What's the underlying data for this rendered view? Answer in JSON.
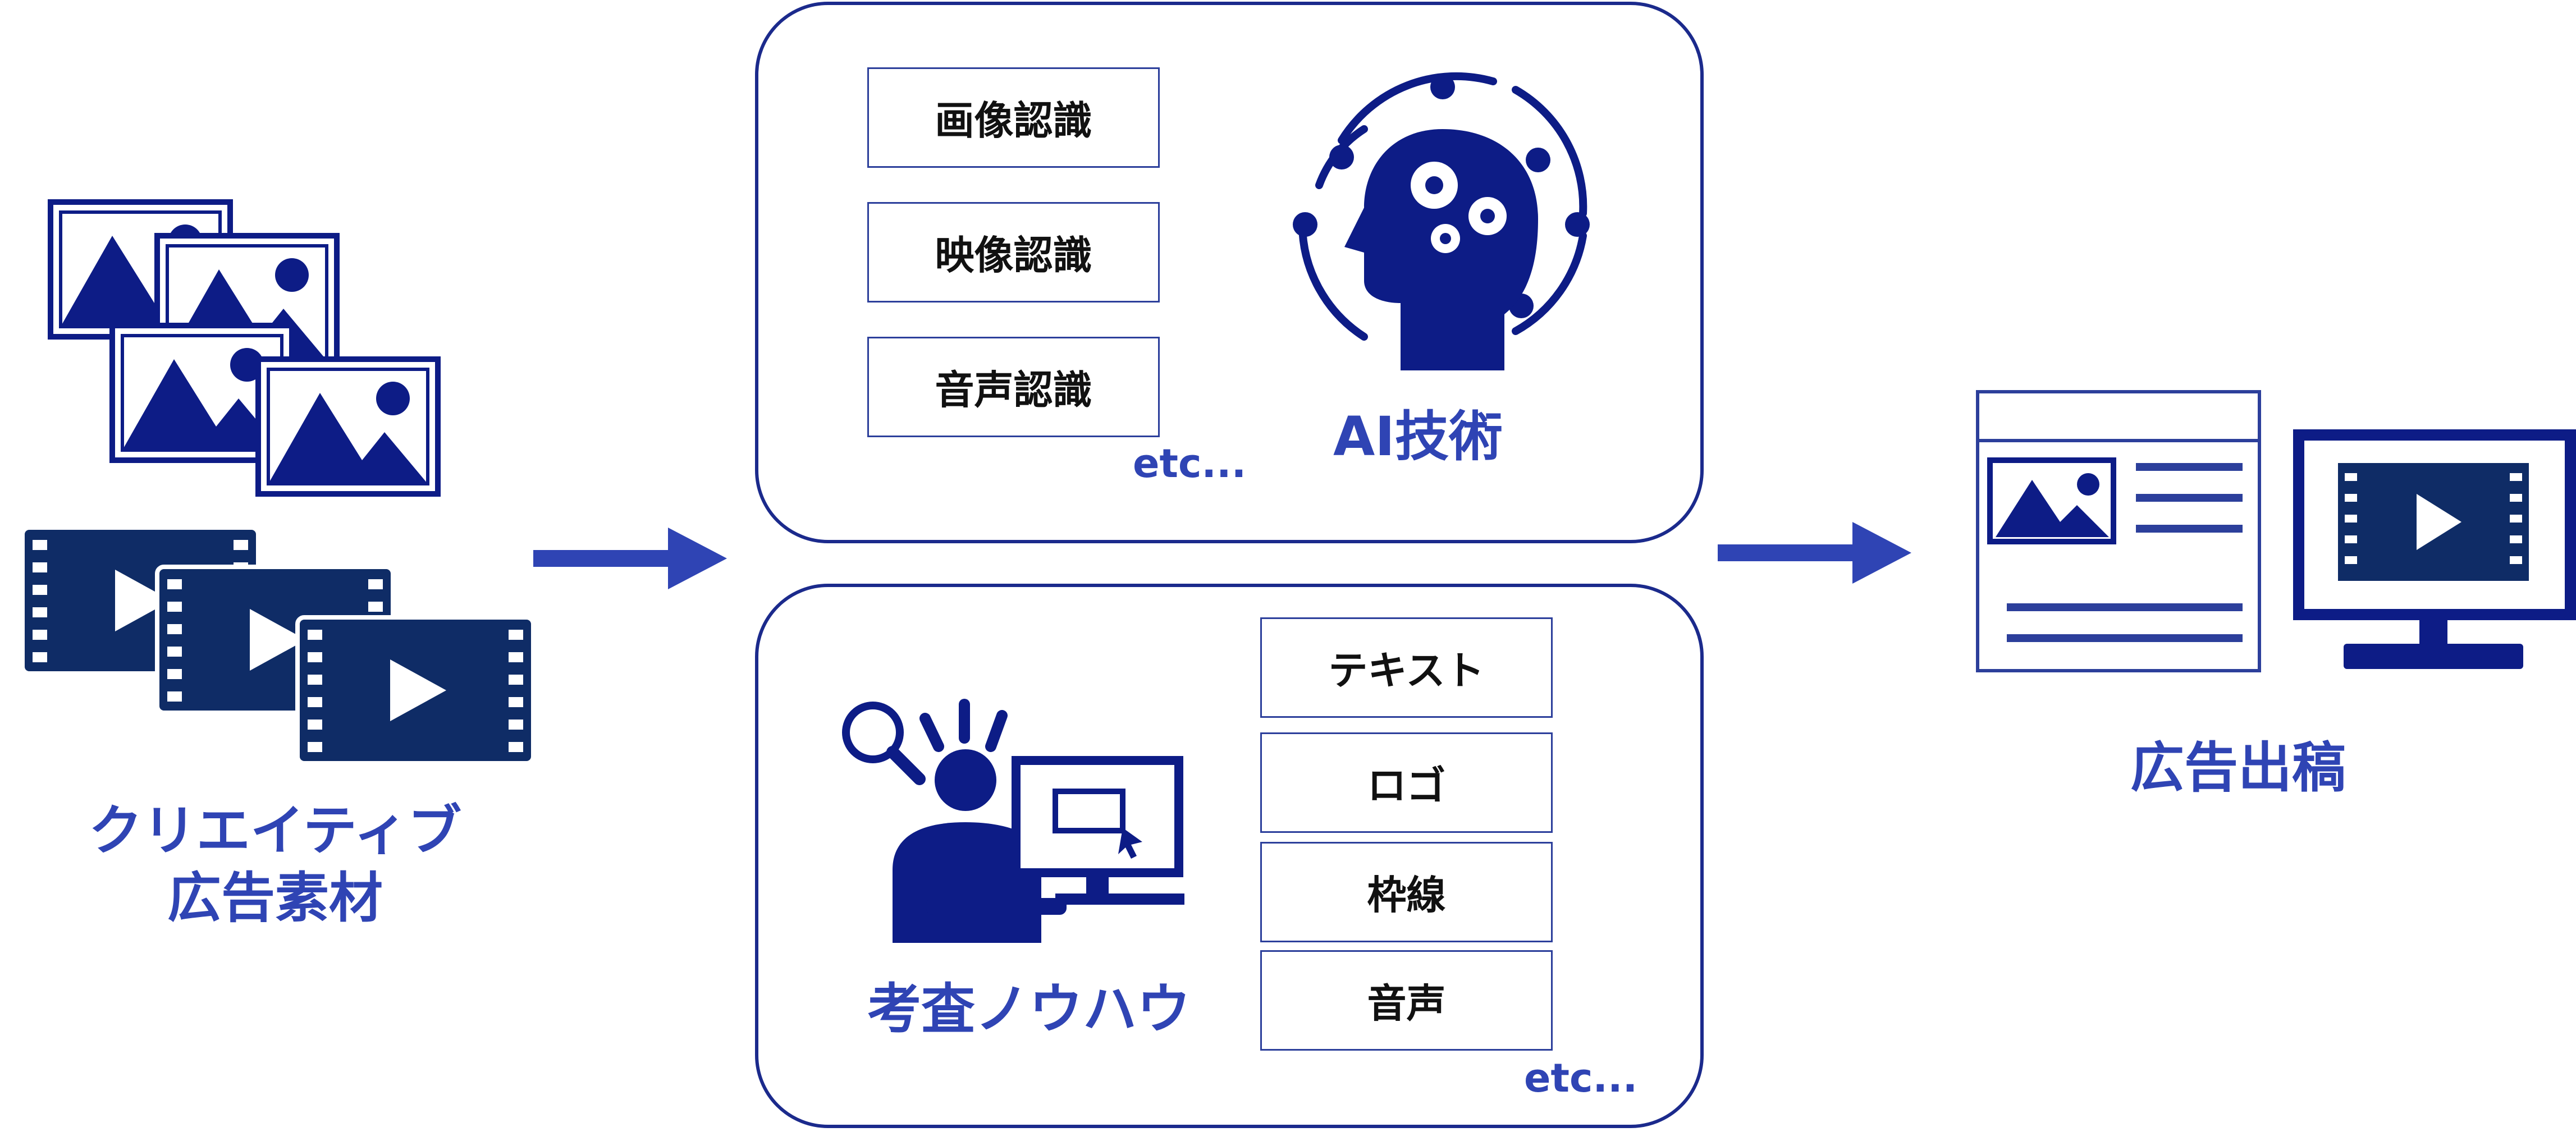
{
  "colors": {
    "navy": "#0d1c86",
    "label_blue": "#2f44b4",
    "film_blue": "#0f2c66",
    "arrow_blue": "#2f44b4"
  },
  "source": {
    "label_line1": "クリエイティブ",
    "label_line2": "広告素材",
    "icons": [
      "image-icon",
      "video-icon"
    ]
  },
  "ai_panel": {
    "items": [
      "画像認識",
      "映像認識",
      "音声認識"
    ],
    "etc": "etc...",
    "label": "AI技術",
    "icon": "ai-head-gears-icon"
  },
  "knowhow_panel": {
    "items": [
      "テキスト",
      "ロゴ",
      "枠線",
      "音声"
    ],
    "etc": "etc...",
    "label": "考査ノウハウ",
    "icon": "reviewer-at-computer-icon"
  },
  "output": {
    "label": "広告出稿",
    "icons": [
      "web-page-ad-icon",
      "monitor-video-icon"
    ]
  }
}
